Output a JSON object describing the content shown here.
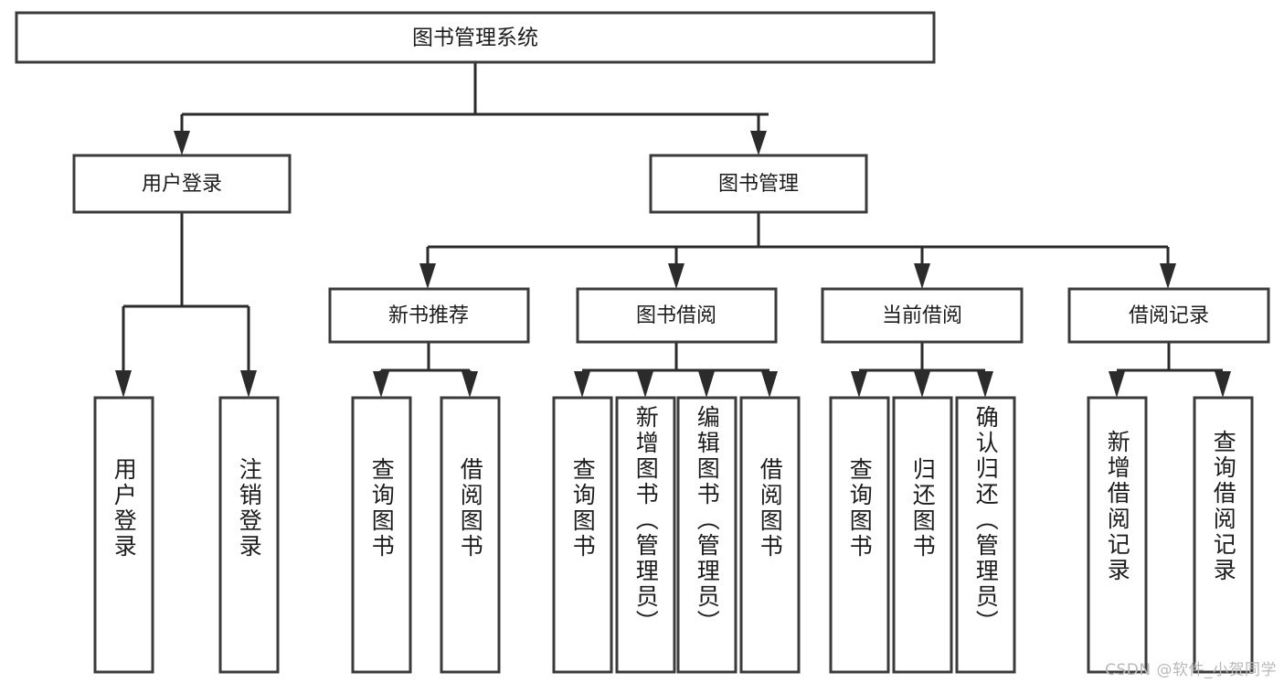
{
  "diagram": {
    "title": "图书管理系统",
    "type": "tree-hierarchy-diagram",
    "colors": {
      "box_stroke": "#3b3b3b",
      "edge": "#2b2b2b",
      "box_fill": "#ffffff",
      "text": "#1c1c1c",
      "watermark": "#b9b9b9"
    },
    "root": {
      "label": "图书管理系统"
    },
    "level2": [
      {
        "label": "用户登录"
      },
      {
        "label": "图书管理"
      }
    ],
    "level3": [
      {
        "label": "新书推荐"
      },
      {
        "label": "图书借阅"
      },
      {
        "label": "当前借阅"
      },
      {
        "label": "借阅记录"
      }
    ],
    "leaves": {
      "user_login": [
        {
          "label": "用户登录"
        },
        {
          "label": "注销登录"
        }
      ],
      "new_book_recommend": [
        {
          "label": "查询图书"
        },
        {
          "label": "借阅图书"
        }
      ],
      "book_borrow": [
        {
          "label": "查询图书"
        },
        {
          "label": "新增图书（管理员）"
        },
        {
          "label": "编辑图书（管理员）"
        },
        {
          "label": "借阅图书"
        }
      ],
      "current_borrow": [
        {
          "label": "查询图书"
        },
        {
          "label": "归还图书"
        },
        {
          "label": "确认归还（管理员）"
        }
      ],
      "borrow_record": [
        {
          "label": "新增借阅记录"
        },
        {
          "label": "查询借阅记录"
        }
      ]
    },
    "watermark": "CSDN @软件_小贺同学"
  }
}
